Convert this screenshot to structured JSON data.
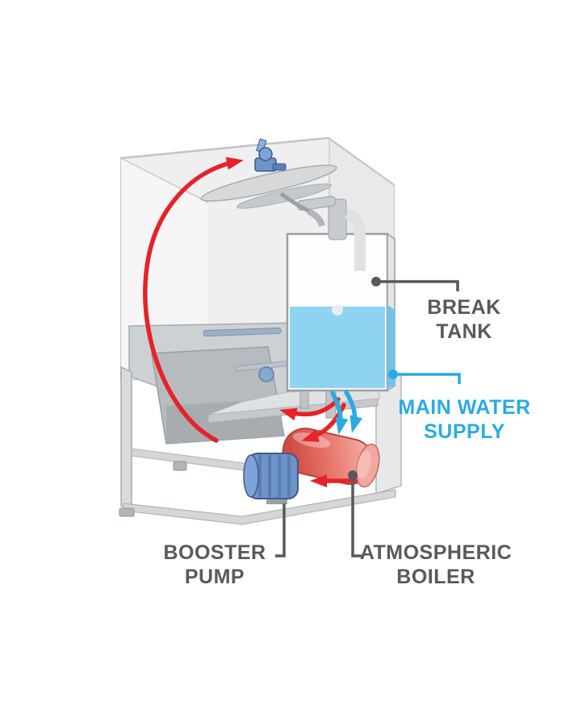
{
  "diagram": {
    "type": "equipment-cutaway-diagram",
    "callouts": {
      "break_tank": {
        "line1": "BREAK",
        "line2": "TANK"
      },
      "main_water_supply": {
        "line1": "MAIN WATER",
        "line2": "SUPPLY"
      },
      "booster_pump": {
        "line1": "BOOSTER",
        "line2": "PUMP"
      },
      "atmospheric_boiler": {
        "line1": "ATMOSPHERIC",
        "line2": "BOILER"
      }
    },
    "colors": {
      "label_gray": "#58595b",
      "label_blue": "#29abe2",
      "flow_arrow_red": "#e62328",
      "flow_arrow_blue": "#29abe2",
      "tank_water": "#8ed4f2",
      "boiler_body": "#e05648",
      "pump_body": "#6d93cb",
      "background": "#ffffff"
    }
  }
}
